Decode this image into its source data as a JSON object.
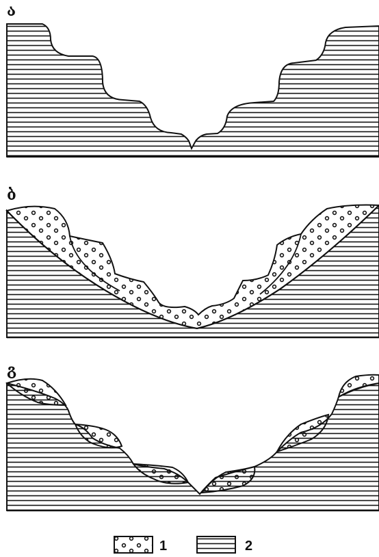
{
  "panels": [
    {
      "label": "ა",
      "deposit": false
    },
    {
      "label": "ბ",
      "deposit": true
    },
    {
      "label": "გ",
      "deposit": true
    }
  ],
  "legend": [
    {
      "number": "1",
      "pattern": "dotted-gravel"
    },
    {
      "number": "2",
      "pattern": "horizontal-strata"
    }
  ],
  "colors": {
    "ink": "#111111",
    "background": "#ffffff"
  }
}
